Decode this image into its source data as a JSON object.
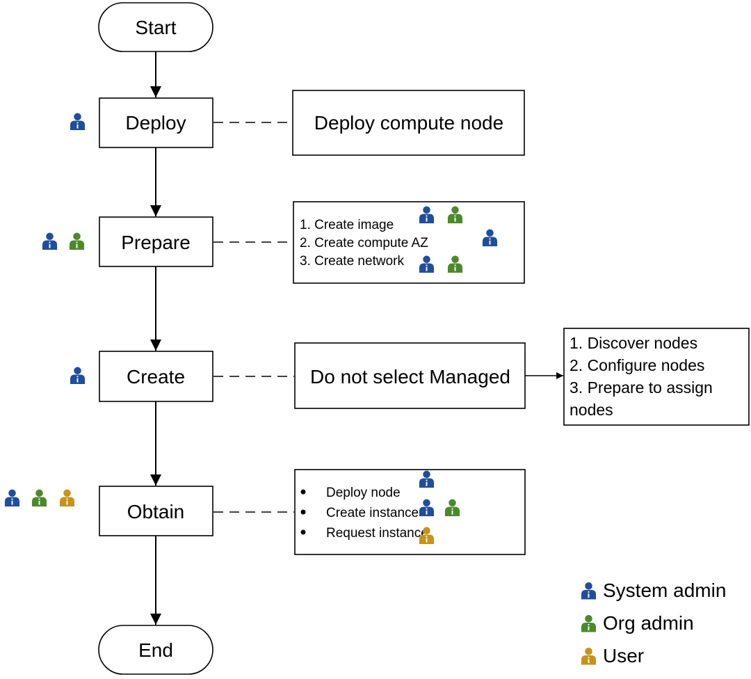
{
  "colors": {
    "system_admin": "#1f4e9c",
    "org_admin": "#4b8a2a",
    "user": "#c8921a",
    "line": "#000000"
  },
  "flow": {
    "start": "Start",
    "deploy": "Deploy",
    "prepare": "Prepare",
    "create": "Create",
    "obtain": "Obtain",
    "end": "End"
  },
  "details": {
    "deploy": "Deploy compute node",
    "prepare": [
      "1. Create image",
      "2. Create compute AZ",
      "3. Create network"
    ],
    "create": "Do not select Managed",
    "create_next": [
      "1. Discover nodes",
      "2. Configure nodes",
      "3. Prepare to assign",
      "nodes"
    ],
    "obtain": [
      "Deploy node",
      "Create instance",
      "Request instance"
    ]
  },
  "legend": [
    {
      "label": "System admin",
      "icon": "system-admin-icon"
    },
    {
      "label": "Org admin",
      "icon": "org-admin-icon"
    },
    {
      "label": "User",
      "icon": "user-icon"
    }
  ]
}
